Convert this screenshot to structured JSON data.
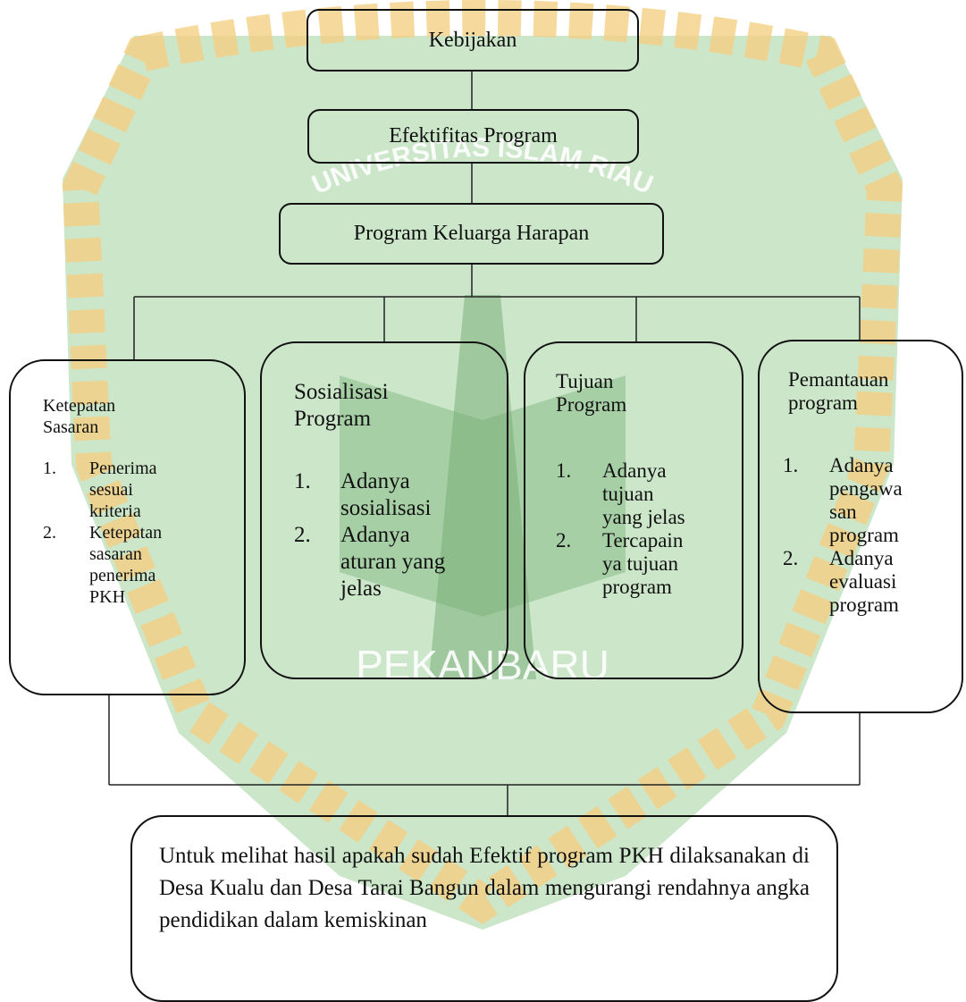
{
  "watermark": {
    "university_arc": "UNIVERSITAS ISLAM RIAU",
    "city": "PEKANBARU",
    "colors": {
      "shield": "#7bbf78",
      "rope": "#f2c46a"
    }
  },
  "nodes": {
    "kebijakan": "Kebijakan",
    "efektifitas": "Efektifitas Program",
    "pkh": "Program Keluarga Harapan"
  },
  "categories": [
    {
      "title_lines": [
        "Ketepatan",
        "Sasaran"
      ],
      "items": [
        {
          "num": "1.",
          "lines": [
            "Penerima",
            "sesuai",
            "kriteria"
          ]
        },
        {
          "num": "2.",
          "lines": [
            "Ketepatan",
            "sasaran",
            "penerima",
            "PKH"
          ]
        }
      ]
    },
    {
      "title_lines": [
        "Sosialisasi",
        "Program"
      ],
      "items": [
        {
          "num": "1.",
          "lines": [
            "Adanya",
            "sosialisasi"
          ]
        },
        {
          "num": "2.",
          "lines": [
            "Adanya",
            "aturan  yang",
            "jelas"
          ]
        }
      ]
    },
    {
      "title_lines": [
        "Tujuan",
        "Program"
      ],
      "items": [
        {
          "num": "1.",
          "lines": [
            "Adanya",
            "tujuan",
            "yang jelas"
          ]
        },
        {
          "num": "2.",
          "lines": [
            "Tercapain",
            "ya  tujuan",
            "program"
          ]
        }
      ]
    },
    {
      "title_lines": [
        "Pemantauan",
        "program"
      ],
      "items": [
        {
          "num": "1.",
          "lines": [
            "Adanya",
            "pengawa",
            "san",
            "program"
          ]
        },
        {
          "num": "2.",
          "lines": [
            "Adanya",
            "evaluasi",
            "program"
          ]
        }
      ]
    }
  ],
  "conclusion": "Untuk melihat hasil apakah sudah Efektif program PKH dilaksanakan di Desa Kualu dan Desa Tarai Bangun dalam mengurangi rendahnya angka pendidikan dalam kemiskinan"
}
